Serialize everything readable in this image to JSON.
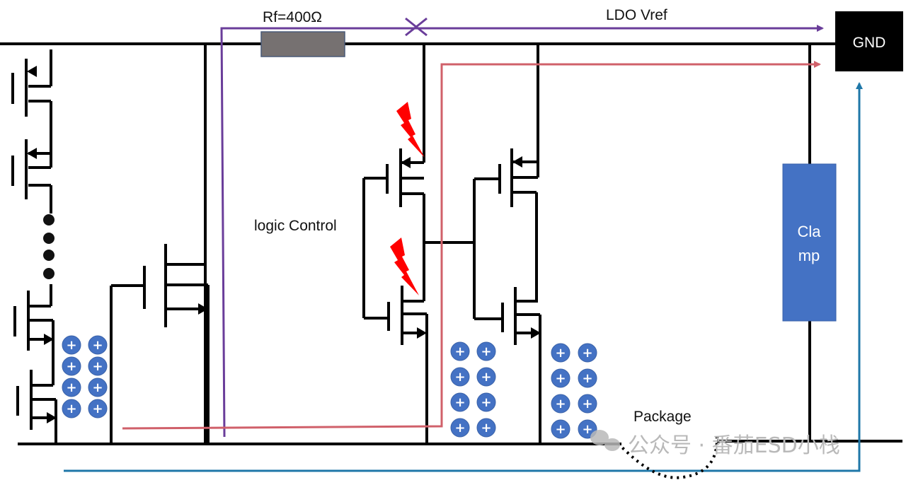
{
  "diagram": {
    "title": "ESD discharge path through output driver with LDO reference",
    "labels": {
      "resistor": "Rf=400Ω",
      "ldo": "LDO Vref",
      "gnd": "GND",
      "logic": "logic Control",
      "clamp_line1": "Cla",
      "clamp_line2": "mp",
      "package": "Package",
      "watermark": "公众号 · 番茄ESD小栈"
    },
    "charge_symbol": "+",
    "colors": {
      "wire": "#000000",
      "ldo_path": "#6a3d9a",
      "esd_path": "#d0606a",
      "gnd_return": "#1f77a8",
      "resistor": "#767171",
      "resistor_border": "#4a5a78",
      "clamp": "#4472c4",
      "charge": "#4472c4",
      "bolt": "#ff0000",
      "gnd_box": "#000000"
    },
    "charge_groups": [
      {
        "name": "charges-left",
        "rows": 4,
        "cols": 2
      },
      {
        "name": "charges-middle",
        "rows": 4,
        "cols": 2
      },
      {
        "name": "charges-right",
        "rows": 4,
        "cols": 2
      }
    ],
    "components": [
      {
        "name": "pmos-stack-top-1",
        "type": "pmos"
      },
      {
        "name": "pmos-stack-top-2",
        "type": "pmos"
      },
      {
        "name": "nmos-stack-bottom-1",
        "type": "nmos"
      },
      {
        "name": "nmos-stack-bottom-2",
        "type": "nmos"
      },
      {
        "name": "large-nmos",
        "type": "nmos"
      },
      {
        "name": "driver-pmos-left",
        "type": "pmos",
        "damaged": true
      },
      {
        "name": "driver-nmos-left",
        "type": "nmos",
        "damaged": true
      },
      {
        "name": "driver-pmos-right",
        "type": "pmos"
      },
      {
        "name": "driver-nmos-right",
        "type": "nmos"
      },
      {
        "name": "clamp",
        "type": "clamp"
      },
      {
        "name": "feedback-resistor",
        "type": "resistor",
        "value": "400Ω"
      }
    ]
  }
}
